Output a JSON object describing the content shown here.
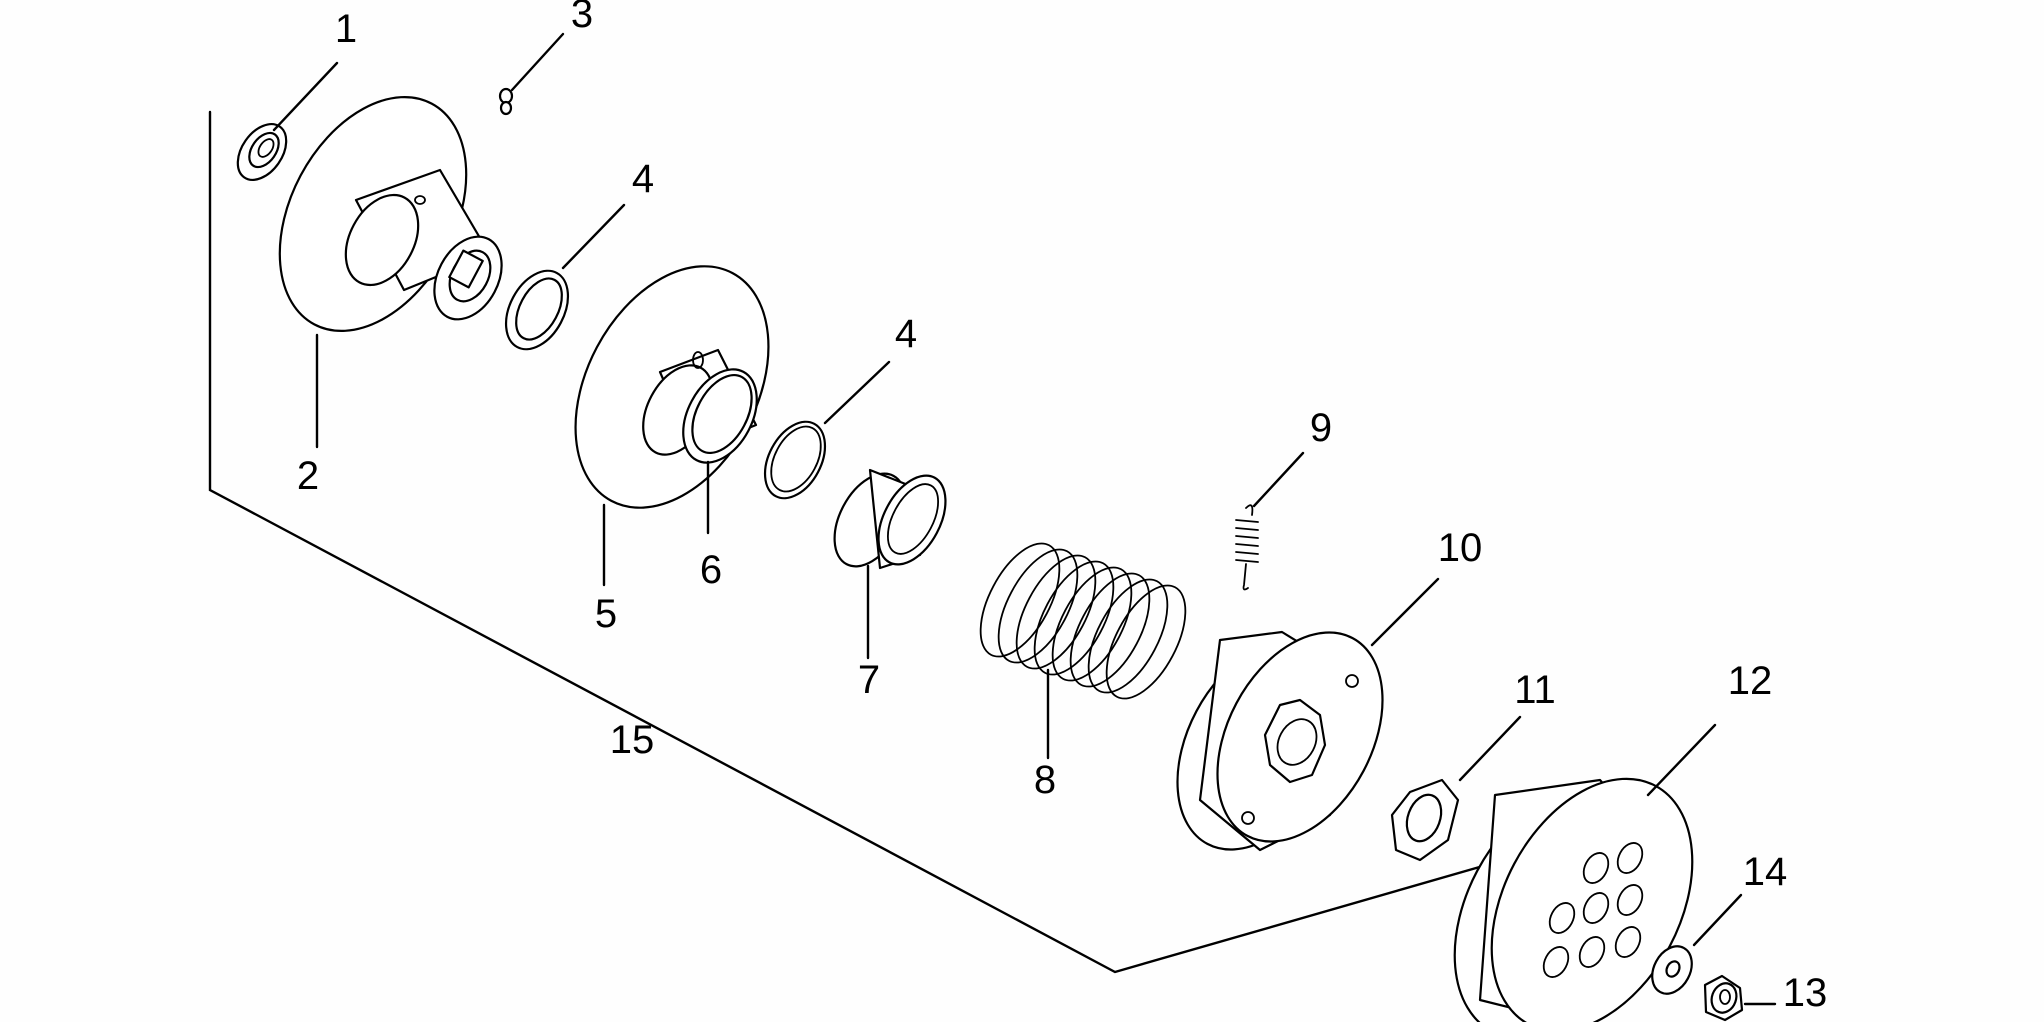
{
  "diagram": {
    "callouts": {
      "c1": "1",
      "c2": "2",
      "c3": "3",
      "c4a": "4",
      "c4b": "4",
      "c5": "5",
      "c6": "6",
      "c7": "7",
      "c8": "8",
      "c9": "9",
      "c10": "10",
      "c11": "11",
      "c12": "12",
      "c13": "13",
      "c14": "14",
      "c15": "15"
    }
  }
}
